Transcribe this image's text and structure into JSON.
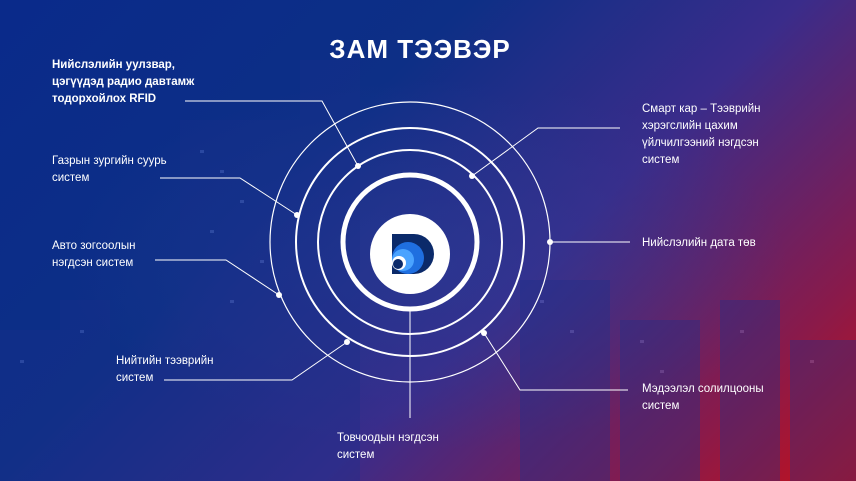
{
  "title": "ЗАМ ТЭЭВЭР",
  "labels": {
    "rfid": [
      "Нийслэлийн уулзвар,",
      "цэгүүдэд радио давтамж",
      "тодорхойлох RFID"
    ],
    "gis": [
      "Газрын зургийн суурь",
      "систем"
    ],
    "parking": [
      "Авто зогсоолын",
      "нэгдсэн систем"
    ],
    "public_transport": [
      "Нийтийн тээврийн",
      "систем"
    ],
    "dispatch": [
      "Товчоодын нэгдсэн",
      "систем"
    ],
    "smart_card": [
      "Смарт кар – Тээврийн",
      "хэрэгслийн цахим",
      "үйлчилгээний нэгдсэн",
      "систем"
    ],
    "data_center": [
      "Нийслэлийн дата төв"
    ],
    "info_exchange": [
      "Мэдээлэл солилцооны",
      "систем"
    ]
  },
  "colors": {
    "bg_top_left": "#0a2a8a",
    "bg_bottom_right": "#c4101a",
    "logo_blue": "#1f6fe0",
    "logo_dark": "#0b2a6a"
  },
  "icons": {
    "center": "logo-icon"
  }
}
